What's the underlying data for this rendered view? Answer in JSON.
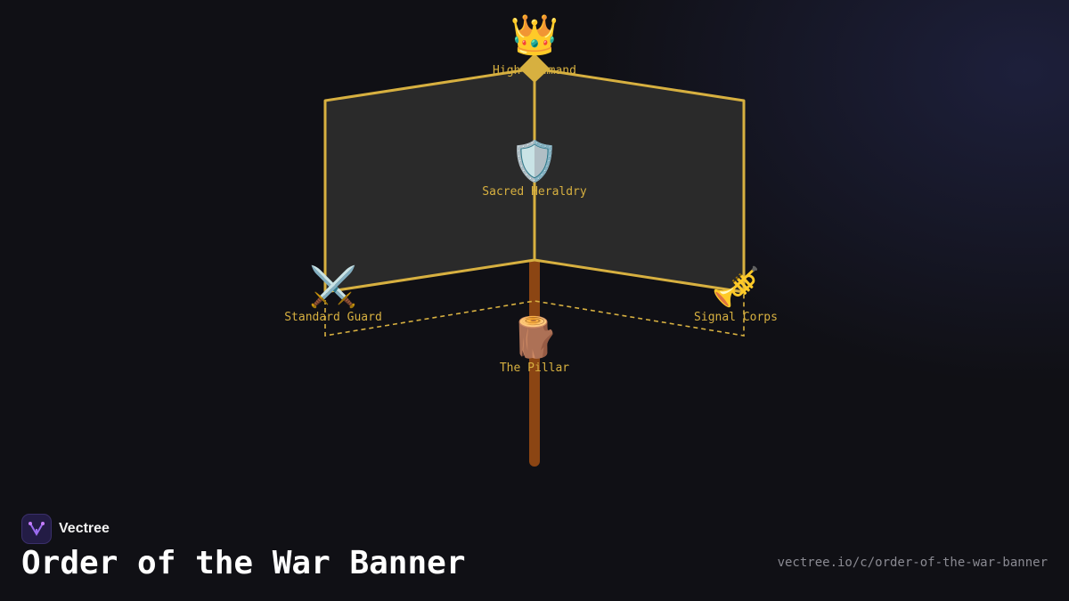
{
  "brand": {
    "name": "Vectree",
    "icon": "vectree-logo-icon"
  },
  "title": "Order of the War Banner",
  "url": "vectree.io/c/order-of-the-war-banner",
  "colors": {
    "background": "#101015",
    "gold": "#d7b040",
    "panel": "#2a2a2a",
    "pole": "#8b4513"
  },
  "nodes": [
    {
      "id": "high-command",
      "label": "High Command",
      "icon": "👑",
      "icon_name": "crown-icon"
    },
    {
      "id": "sacred-heraldry",
      "label": "Sacred Heraldry",
      "icon": "🛡️",
      "icon_name": "shield-icon"
    },
    {
      "id": "standard-guard",
      "label": "Standard Guard",
      "icon": "⚔️",
      "icon_name": "crossed-swords-icon"
    },
    {
      "id": "signal-corps",
      "label": "Signal Corps",
      "icon": "🎺",
      "icon_name": "trumpet-icon"
    },
    {
      "id": "the-pillar",
      "label": "The Pillar",
      "icon": "🪵",
      "icon_name": "wood-log-icon"
    }
  ]
}
